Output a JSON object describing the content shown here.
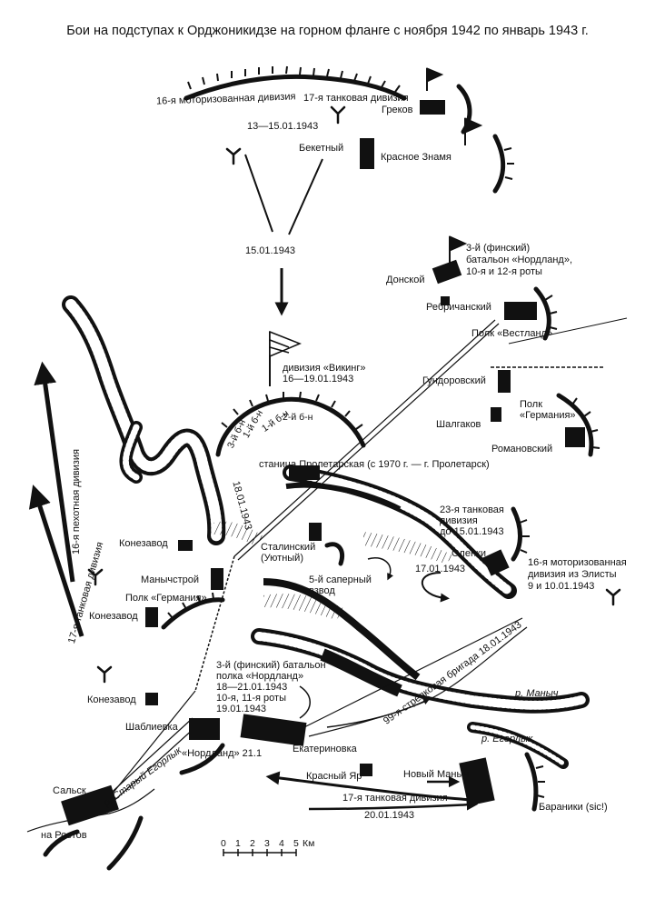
{
  "title": "Бои на подступах к Орджоникидзе на горном фланге с ноября 1942 по январь 1943 г.",
  "units": {
    "div16_motor": "16-я моторизованная дивизия",
    "div17_tank_top": "17-я танковая дивизия",
    "viking": [
      "дивизия «Викинг»",
      "16—19.01.1943"
    ],
    "bn": {
      "b3": "3-й б-н",
      "b1a": "1-й б-н",
      "b1b": "1-й б-н",
      "b2": "2-й б-н"
    },
    "nordland_top": [
      "3-й (финский)",
      "батальон «Нордланд»,",
      "10-я и 12-я роты"
    ],
    "westland": "Полк «Вестланд»",
    "germania_east": [
      "Полк",
      "«Германия»"
    ],
    "div23_tank": [
      "23-я танковая",
      "дивизия",
      "до 15.01.1943"
    ],
    "div16_motor_elista": [
      "16-я моторизованная",
      "дивизия из Элисты",
      "9 и 10.01.1943"
    ],
    "sapper": [
      "5-й саперный",
      "взвод"
    ],
    "germania_west": "Полк «Германия»",
    "nordland_bottom": [
      "3-й (финский) батальон",
      "полка «Нордланд»",
      "18—21.01.1943",
      "10-я, 11-я роты",
      "19.01.1943"
    ],
    "nordland_21": "«Нордланд» 21.1",
    "brigade99": "99-я стрелковая бригада 18.01.1943",
    "div16_infantry": "16-я пехотная дивизия",
    "div17_tank_left": "17-я танковая дивизия",
    "div17_tank_bottom": "17-я танковая дивизия"
  },
  "places": {
    "grekov": "Греков",
    "beketny": "Бекетный",
    "krasnoe_znamya": "Красное Знамя",
    "donskoy": "Донской",
    "rebrichansky": "Ребричанский",
    "gundorovsky": "Гундоровский",
    "shalgakov": "Шалгаков",
    "romanovsky": "Романовский",
    "proletarskaya": "станица Пролетарская (с 1970 г. — г. Пролетарск)",
    "konezavod_1": "Конезавод",
    "manychstroy": "Манычстрой",
    "konezavod_2": "Конезавод",
    "stalinsky": [
      "Сталинский",
      "(Уютный)"
    ],
    "orenki": "Оленки",
    "konezavod_3": "Конезавод",
    "shablievka": "Шаблиевка",
    "ekaterinovka": "Екатериновка",
    "krasny_yar": "Красный Яр",
    "novy_manych": "Новый Маныч",
    "salsk": "Сальск",
    "baraniki": "Бараники (sic!)",
    "na_rostov": "на Ростов"
  },
  "rivers": {
    "manych": "р. Маныч",
    "egorlyk": "р. Егорлык",
    "stary_egorlyk": "р. Старый Егорлык"
  },
  "dates": {
    "d13_15": "13—15.01.1943",
    "d15": "15.01.1943",
    "d18": "18.01.1943",
    "d17": "17.01.1943",
    "d20": "20.01.1943"
  },
  "scale": {
    "ticks": [
      "0",
      "1",
      "2",
      "3",
      "4",
      "5"
    ],
    "unit": "Км"
  },
  "colors": {
    "ink": "#111111",
    "paper": "#ffffff"
  }
}
